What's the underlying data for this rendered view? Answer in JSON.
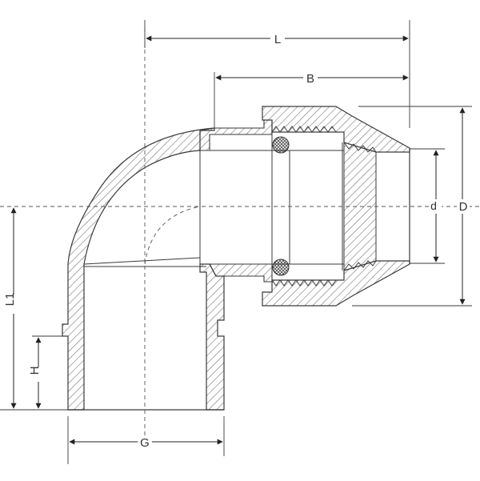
{
  "labels": {
    "L": "L",
    "B": "B",
    "d": "d",
    "D": "D",
    "L1": "L1",
    "H": "H",
    "G": "G"
  },
  "colors": {
    "line": "#3a3a3a",
    "hatch": "#6a6a6a",
    "seal": "#555555"
  }
}
